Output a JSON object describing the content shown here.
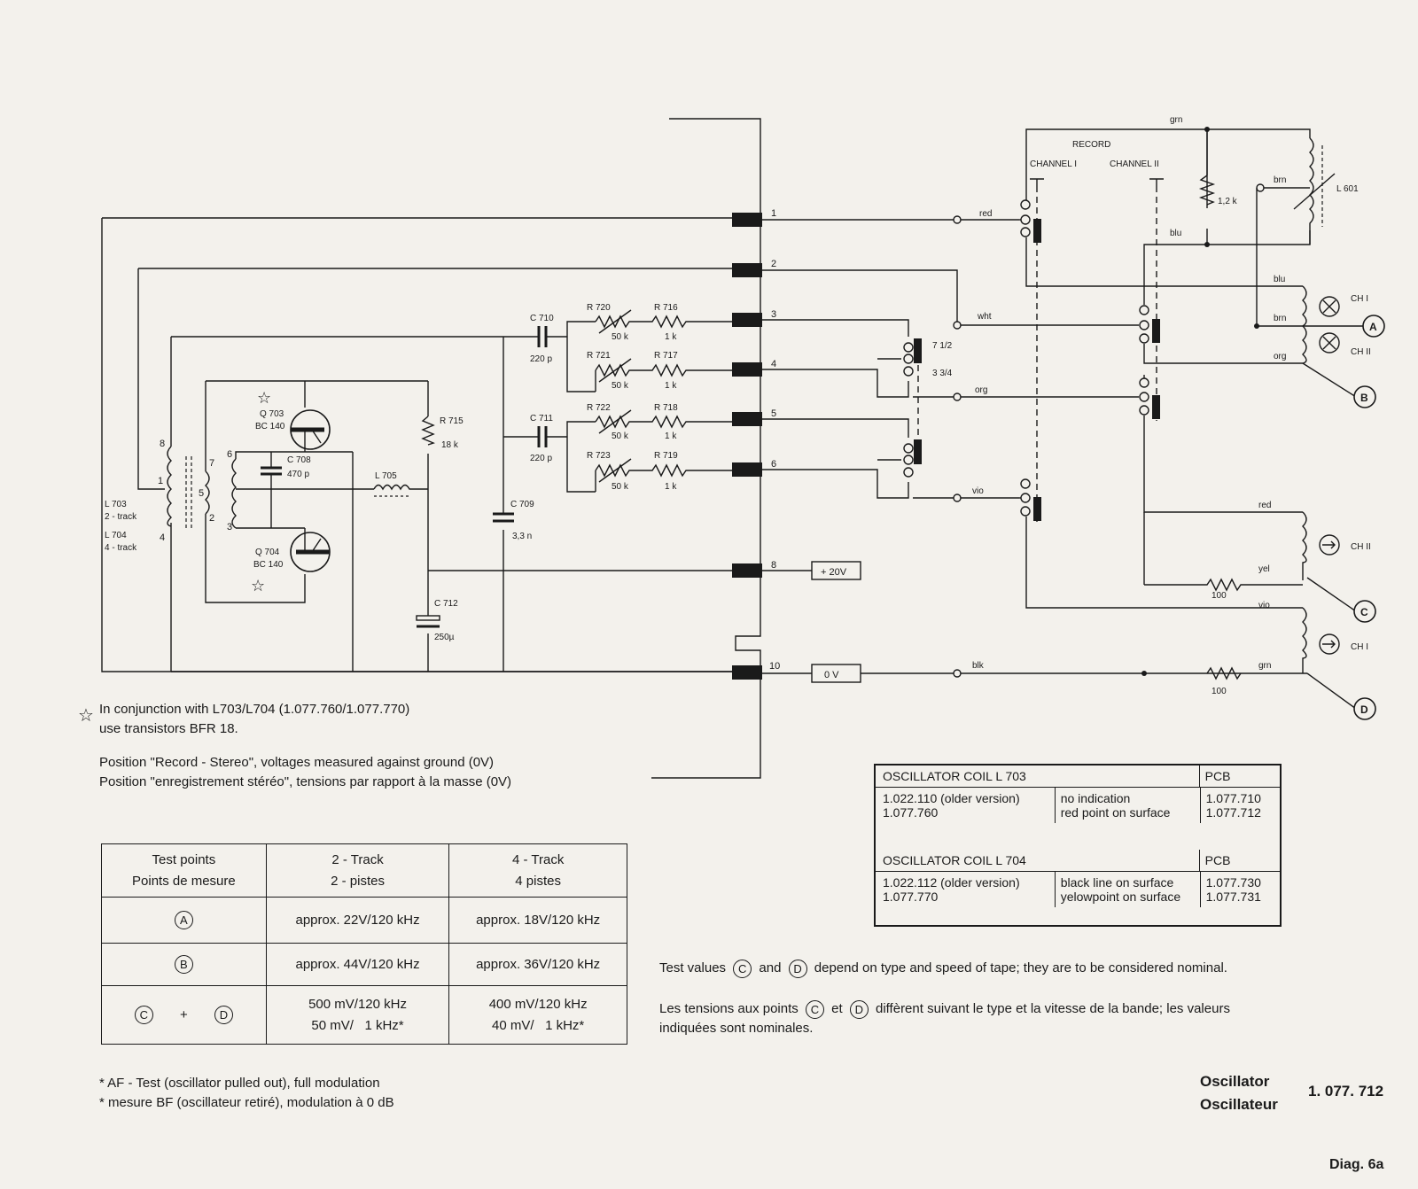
{
  "schematic": {
    "connectors": [
      "1",
      "2",
      "3",
      "4",
      "5",
      "6",
      "8",
      "10"
    ],
    "components": {
      "c710": "C 710",
      "c710_val": "220 p",
      "c711": "C 711",
      "c711_val": "220 p",
      "c709": "C 709",
      "c709_val": "3,3 n",
      "c708": "C 708",
      "c708_val": "470 p",
      "c712": "C 712",
      "c712_val": "250µ",
      "r720": "R 720",
      "r721": "R 721",
      "r722": "R 722",
      "r723": "R 723",
      "pot_val": "50 k",
      "r716": "R 716",
      "r717": "R 717",
      "r718": "R 718",
      "r719": "R 719",
      "r_series_val": "1 k",
      "r715": "R 715",
      "r715_val": "18 k",
      "l705": "L 705",
      "q703": "Q 703",
      "q703_type": "BC 140",
      "q704": "Q 704",
      "q704_type": "BC 140",
      "l703": "L 703",
      "l703_desc": "2 - track",
      "l704": "L 704",
      "l704_desc": "4 - track",
      "coil_pins": [
        "8",
        "1",
        "4",
        "7",
        "5",
        "2",
        "6",
        "3"
      ],
      "speed1": "7 1/2",
      "speed2": "3 3/4",
      "plus20": "+ 20V",
      "zero_v": "0 V",
      "record": "RECORD",
      "channel1": "CHANNEL I",
      "channel2": "CHANNEL II",
      "r_1k2": "1,2 k",
      "l601": "L 601",
      "r100a": "100",
      "r100b": "100",
      "chi": "CH I",
      "chii": "CH II"
    },
    "wire_colors": {
      "red": "red",
      "wht": "wht",
      "org": "org",
      "vio": "vio",
      "blk": "blk",
      "grn": "grn",
      "blu": "blu",
      "brn": "brn",
      "yel": "yel"
    },
    "test_points": [
      "A",
      "B",
      "C",
      "D"
    ]
  },
  "notes": {
    "star_line1": "In conjunction with L703/L704 (1.077.760/1.077.770)",
    "star_line2": "use transistors BFR 18.",
    "position_en": "Position \"Record - Stereo\", voltages measured against ground (0V)",
    "position_fr": "Position \"enregistrement stéréo\", tensions par rapport à la masse (0V)",
    "af_en": "* AF - Test (oscillator pulled out), full modulation",
    "af_fr": "* mesure BF (oscillateur retiré), modulation à 0 dB",
    "test_values_en_pre": "Test values",
    "test_values_en_and": "and",
    "test_values_en_post": "depend on type and speed of tape; they are to be considered nominal.",
    "test_values_fr_pre": "Les tensions aux points",
    "test_values_fr_and": "et",
    "test_values_fr_post": "diffèrent suivant le type et la vitesse de la bande; les valeurs",
    "test_values_fr_line2": "indiquées sont nominales."
  },
  "test_table": {
    "header": [
      "Test points",
      "Points de mesure",
      "2 - Track",
      "2 - pistes",
      "4 - Track",
      "4  pistes"
    ],
    "rows": [
      {
        "point": "A",
        "two_track": "approx. 22V/120 kHz",
        "four_track": "approx. 18V/120 kHz"
      },
      {
        "point": "B",
        "two_track": "approx. 44V/120 kHz",
        "four_track": "approx. 36V/120 kHz"
      },
      {
        "point_a": "C",
        "plus": "+",
        "point_b": "D",
        "two_track_1": "500 mV/120 kHz",
        "two_track_2": "50 mV/   1 kHz*",
        "four_track_1": "400 mV/120 kHz",
        "four_track_2": "40 mV/   1 kHz*"
      }
    ]
  },
  "coil_tables": [
    {
      "title": "OSCILLATOR COIL L 703",
      "pcb": "PCB",
      "rows": [
        {
          "part": "1.022.110 (older version)",
          "desc": "no indication",
          "pcb": "1.077.710"
        },
        {
          "part": "1.077.760",
          "desc": "red point on surface",
          "pcb": "1.077.712"
        }
      ]
    },
    {
      "title": "OSCILLATOR COIL L 704",
      "pcb": "PCB",
      "rows": [
        {
          "part": "1.022.112 (older version)",
          "desc": "black line on surface",
          "pcb": "1.077.730"
        },
        {
          "part": "1.077.770",
          "desc": "yelowpoint on surface",
          "pcb": "1.077.731"
        }
      ]
    }
  ],
  "title_block": {
    "name_en": "Oscillator",
    "name_fr": "Oscillateur",
    "number": "1. 077. 712",
    "diagram": "Diag. 6a"
  }
}
